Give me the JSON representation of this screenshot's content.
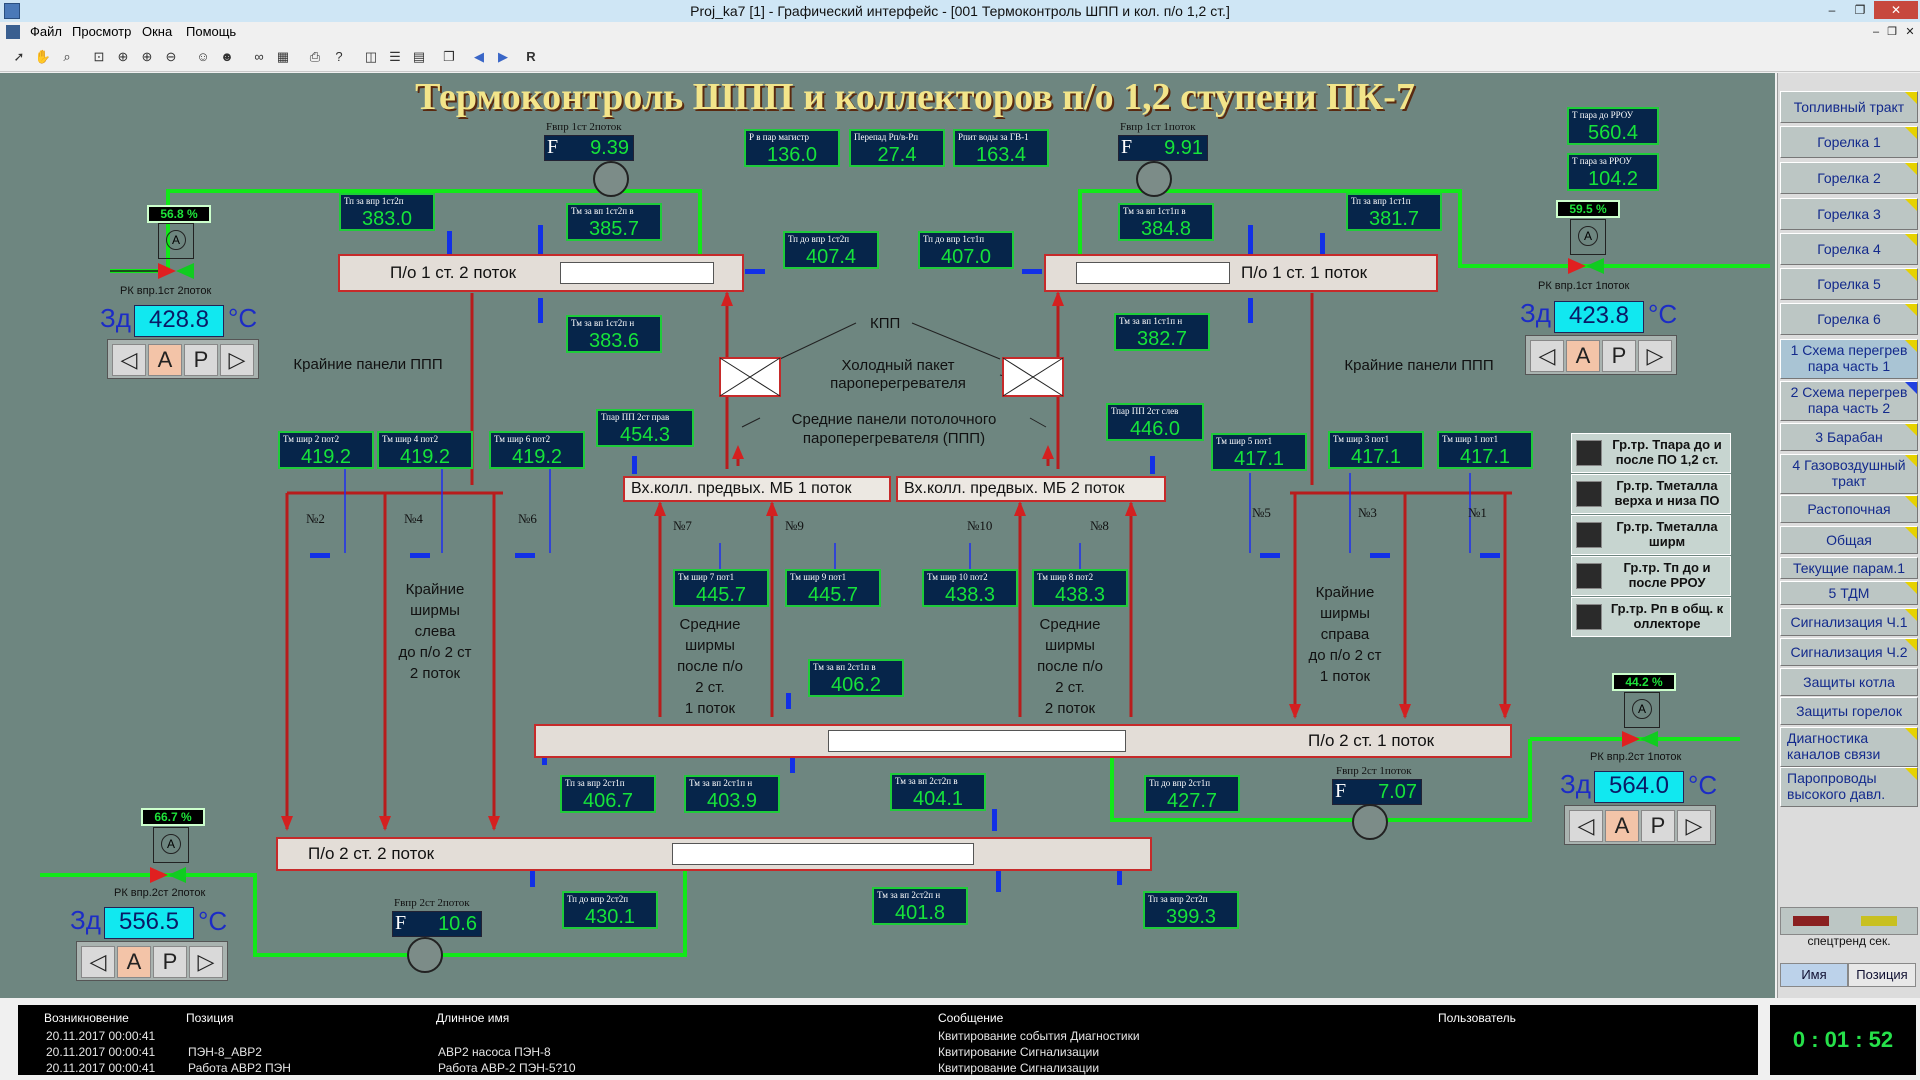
{
  "window": {
    "title": "Proj_ka7 [1] - Графический интерфейс - [001 Термоконтроль ШПП и кол. п/о 1,2 ст.]",
    "controls": [
      "–",
      "❐",
      "✕"
    ],
    "inner_controls": [
      "–",
      "❐",
      "✕"
    ]
  },
  "menu": [
    "Файл",
    "Просмотр",
    "Окна",
    "Помощь"
  ],
  "toolbar_last": "R",
  "header": "Термоконтроль ШПП и коллекторов п/о 1,2 ступени ПК-7",
  "collectors": {
    "c12": "П/о 1 ст. 2 поток",
    "c11": "П/о 1 ст. 1 поток",
    "c21": "П/о 2 ст. 1 поток",
    "c22": "П/о 2 ст. 2 поток",
    "mb1": "Вх.колл. предвых. МБ   1 поток",
    "mb2": "Вх.колл. предвых. МБ   2 поток"
  },
  "top_meas": [
    {
      "label": "Р в пар магистр",
      "value": "136.0"
    },
    {
      "label": "Перепад Рп/в-Рп",
      "value": "27.4"
    },
    {
      "label": "Рпит воды за ГВ-1",
      "value": "163.4"
    }
  ],
  "flows": [
    {
      "label": "Fвпр 1ст 2поток",
      "f": "F",
      "value": "9.39"
    },
    {
      "label": "Fвпр 1ст 1поток",
      "f": "F",
      "value": "9.91"
    },
    {
      "label": "Fвпр 2ст 1поток",
      "f": "F",
      "value": "7.07"
    },
    {
      "label": "Fвпр 2ст 2поток",
      "f": "F",
      "value": "10.6"
    }
  ],
  "meas": {
    "m1": {
      "label": "Тп за впр 1ст2п",
      "value": "383.0"
    },
    "m2": {
      "label": "Тм за вп 1ст2п в",
      "value": "385.7"
    },
    "m3": {
      "label": "Тм за вп 1ст2п н",
      "value": "383.6"
    },
    "m4": {
      "label": "Тп до впр 1ст2п",
      "value": "407.4"
    },
    "m5": {
      "label": "Тп до впр 1ст1п",
      "value": "407.0"
    },
    "m6": {
      "label": "Тм за вп 1ст1п в",
      "value": "384.8"
    },
    "m7": {
      "label": "Тп за впр 1ст1п",
      "value": "381.7"
    },
    "m8": {
      "label": "Тм за вп 1ст1п н",
      "value": "382.7"
    },
    "m9": {
      "label": "Т пара до РРОУ",
      "value": "560.4"
    },
    "m10": {
      "label": "Т пара за РРОУ",
      "value": "104.2"
    },
    "m11": {
      "label": "Тм шир 2 пот2",
      "value": "419.2"
    },
    "m12": {
      "label": "Тм шир 4 пот2",
      "value": "419.2"
    },
    "m13": {
      "label": "Тм шир 6 пот2",
      "value": "419.2"
    },
    "m14": {
      "label": "Тпар ПП 2ст прав",
      "value": "454.3"
    },
    "m15": {
      "label": "Тпар ПП 2ст слев",
      "value": "446.0"
    },
    "m16": {
      "label": "Тм шир 5 пот1",
      "value": "417.1"
    },
    "m17": {
      "label": "Тм шир 3 пот1",
      "value": "417.1"
    },
    "m18": {
      "label": "Тм шир 1 пот1",
      "value": "417.1"
    },
    "m19": {
      "label": "Тм шир 7 пот1",
      "value": "445.7"
    },
    "m20": {
      "label": "Тм шир 9 пот1",
      "value": "445.7"
    },
    "m21": {
      "label": "Тм шир 10 пот2",
      "value": "438.3"
    },
    "m22": {
      "label": "Тм шир 8 пот2",
      "value": "438.3"
    },
    "m23": {
      "label": "Тм за вп 2ст1п в",
      "value": "406.2"
    },
    "m24": {
      "label": "Тп за впр 2ст1п",
      "value": "406.7"
    },
    "m25": {
      "label": "Тм за вп 2ст1п н",
      "value": "403.9"
    },
    "m26": {
      "label": "Тм за вп 2ст2п в",
      "value": "404.1"
    },
    "m27": {
      "label": "Тп до впр 2ст1п",
      "value": "427.7"
    },
    "m28": {
      "label": "Тп до впр 2ст2п",
      "value": "430.1"
    },
    "m29": {
      "label": "Тм за вп 2ст2п н",
      "value": "401.8"
    },
    "m30": {
      "label": "Тп за впр 2ст2п",
      "value": "399.3"
    }
  },
  "labels": {
    "kpp": "КПП",
    "cold1": "Холодный пакет",
    "cold2": "пароперегревателя",
    "mid1": "Средние панели потолочного",
    "mid2": "пароперегревателя (ППП)",
    "edge_left": "Крайние панели ППП",
    "edge_right": "Крайние панели ППП",
    "left_screens": [
      "Крайние",
      "ширмы",
      "слева",
      "до п/о 2 ст",
      "2 поток"
    ],
    "right_screens": [
      "Крайние",
      "ширмы",
      "справа",
      "до п/о 2 ст",
      "1 поток"
    ],
    "mid1_screens": [
      "Средние",
      "ширмы",
      "после п/о",
      "2 ст.",
      "1 поток"
    ],
    "mid2_screens": [
      "Средние",
      "ширмы",
      "после п/о",
      "2 ст.",
      "2 поток"
    ],
    "n2": "№2",
    "n4": "№4",
    "n6": "№6",
    "n5": "№5",
    "n3": "№3",
    "n1": "№1",
    "n7": "№7",
    "n9": "№9",
    "n10": "№10",
    "n8": "№8"
  },
  "controls": [
    {
      "rk": "РК впр.1ст 2поток",
      "pct": "56.8  %",
      "zd_label": "Зд",
      "zd": "428.8",
      "unit": "°C",
      "left": "◁",
      "a": "А",
      "p": "Р",
      "right": "▷"
    },
    {
      "rk": "РК впр.1ст 1поток",
      "pct": "59.5  %",
      "zd_label": "Зд",
      "zd": "423.8",
      "unit": "°C",
      "left": "◁",
      "a": "А",
      "p": "Р",
      "right": "▷"
    },
    {
      "rk": "РК впр.2ст 1поток",
      "pct": "44.2  %",
      "zd_label": "Зд",
      "zd": "564.0",
      "unit": "°C",
      "left": "◁",
      "a": "А",
      "p": "Р",
      "right": "▷"
    },
    {
      "rk": "РК впр.2ст 2поток",
      "pct": "66.7  %",
      "zd_label": "Зд",
      "zd": "556.5",
      "unit": "°C",
      "left": "◁",
      "a": "А",
      "p": "Р",
      "right": "▷"
    }
  ],
  "valve_label": "A",
  "graphs": [
    "Гр.тр. Тпара до и после ПО 1,2 ст.",
    "Гр.тр. Тметалла верха и низа ПО",
    "Гр.тр. Тметалла ширм",
    "Гр.тр. Тп до и после РРОУ",
    "Гр.тр. Рп в общ. к оллекторе"
  ],
  "nav": [
    "Топливный тракт",
    "Горелка 1",
    "Горелка 2",
    "Горелка 3",
    "Горелка 4",
    "Горелка 5",
    "Горелка 6",
    "1 Схема перегрев пара часть 1",
    "2 Схема перегрев пара часть 2",
    "3 Барабан",
    "4 Газовоздушный тракт",
    "Растопочная",
    "Общая",
    "Текущие парам.1",
    "5 ТДМ",
    "Сигнализация Ч.1",
    "Сигнализация Ч.2",
    "Защиты котла",
    "Защиты горелок",
    "Диагностика каналов связи",
    "Паропроводы высокого давл."
  ],
  "nav_bottom": {
    "spectrend": "спецтренд сек.",
    "tab_name": "Имя",
    "tab_pos": "Позиция"
  },
  "alarm": {
    "headers": [
      "Возникновение",
      "Позиция",
      "Длинное имя",
      "Сообщение",
      "Пользователь"
    ],
    "rows": [
      [
        "20.11.2017 00:00:41",
        "",
        "",
        "Квитирование события Диагностики",
        ""
      ],
      [
        "20.11.2017 00:00:41",
        "ПЭН-8_АВР2",
        "АВР2 насоса ПЭН-8",
        "Квитирование Сигнализации",
        ""
      ],
      [
        "20.11.2017 00:00:41",
        "Работа АВР2 ПЭН",
        "Работа АВР-2 ПЭН-5?10",
        "Квитирование Сигнализации",
        ""
      ]
    ]
  },
  "clock": "0 : 01 : 52",
  "colors": {
    "bg": "#6e8680",
    "pipe_red": "#b81c1c",
    "pipe_green": "#12e81a",
    "meas_border": "#1fcc3a",
    "meas_value": "#16e33a",
    "title": "#f3e58a"
  }
}
